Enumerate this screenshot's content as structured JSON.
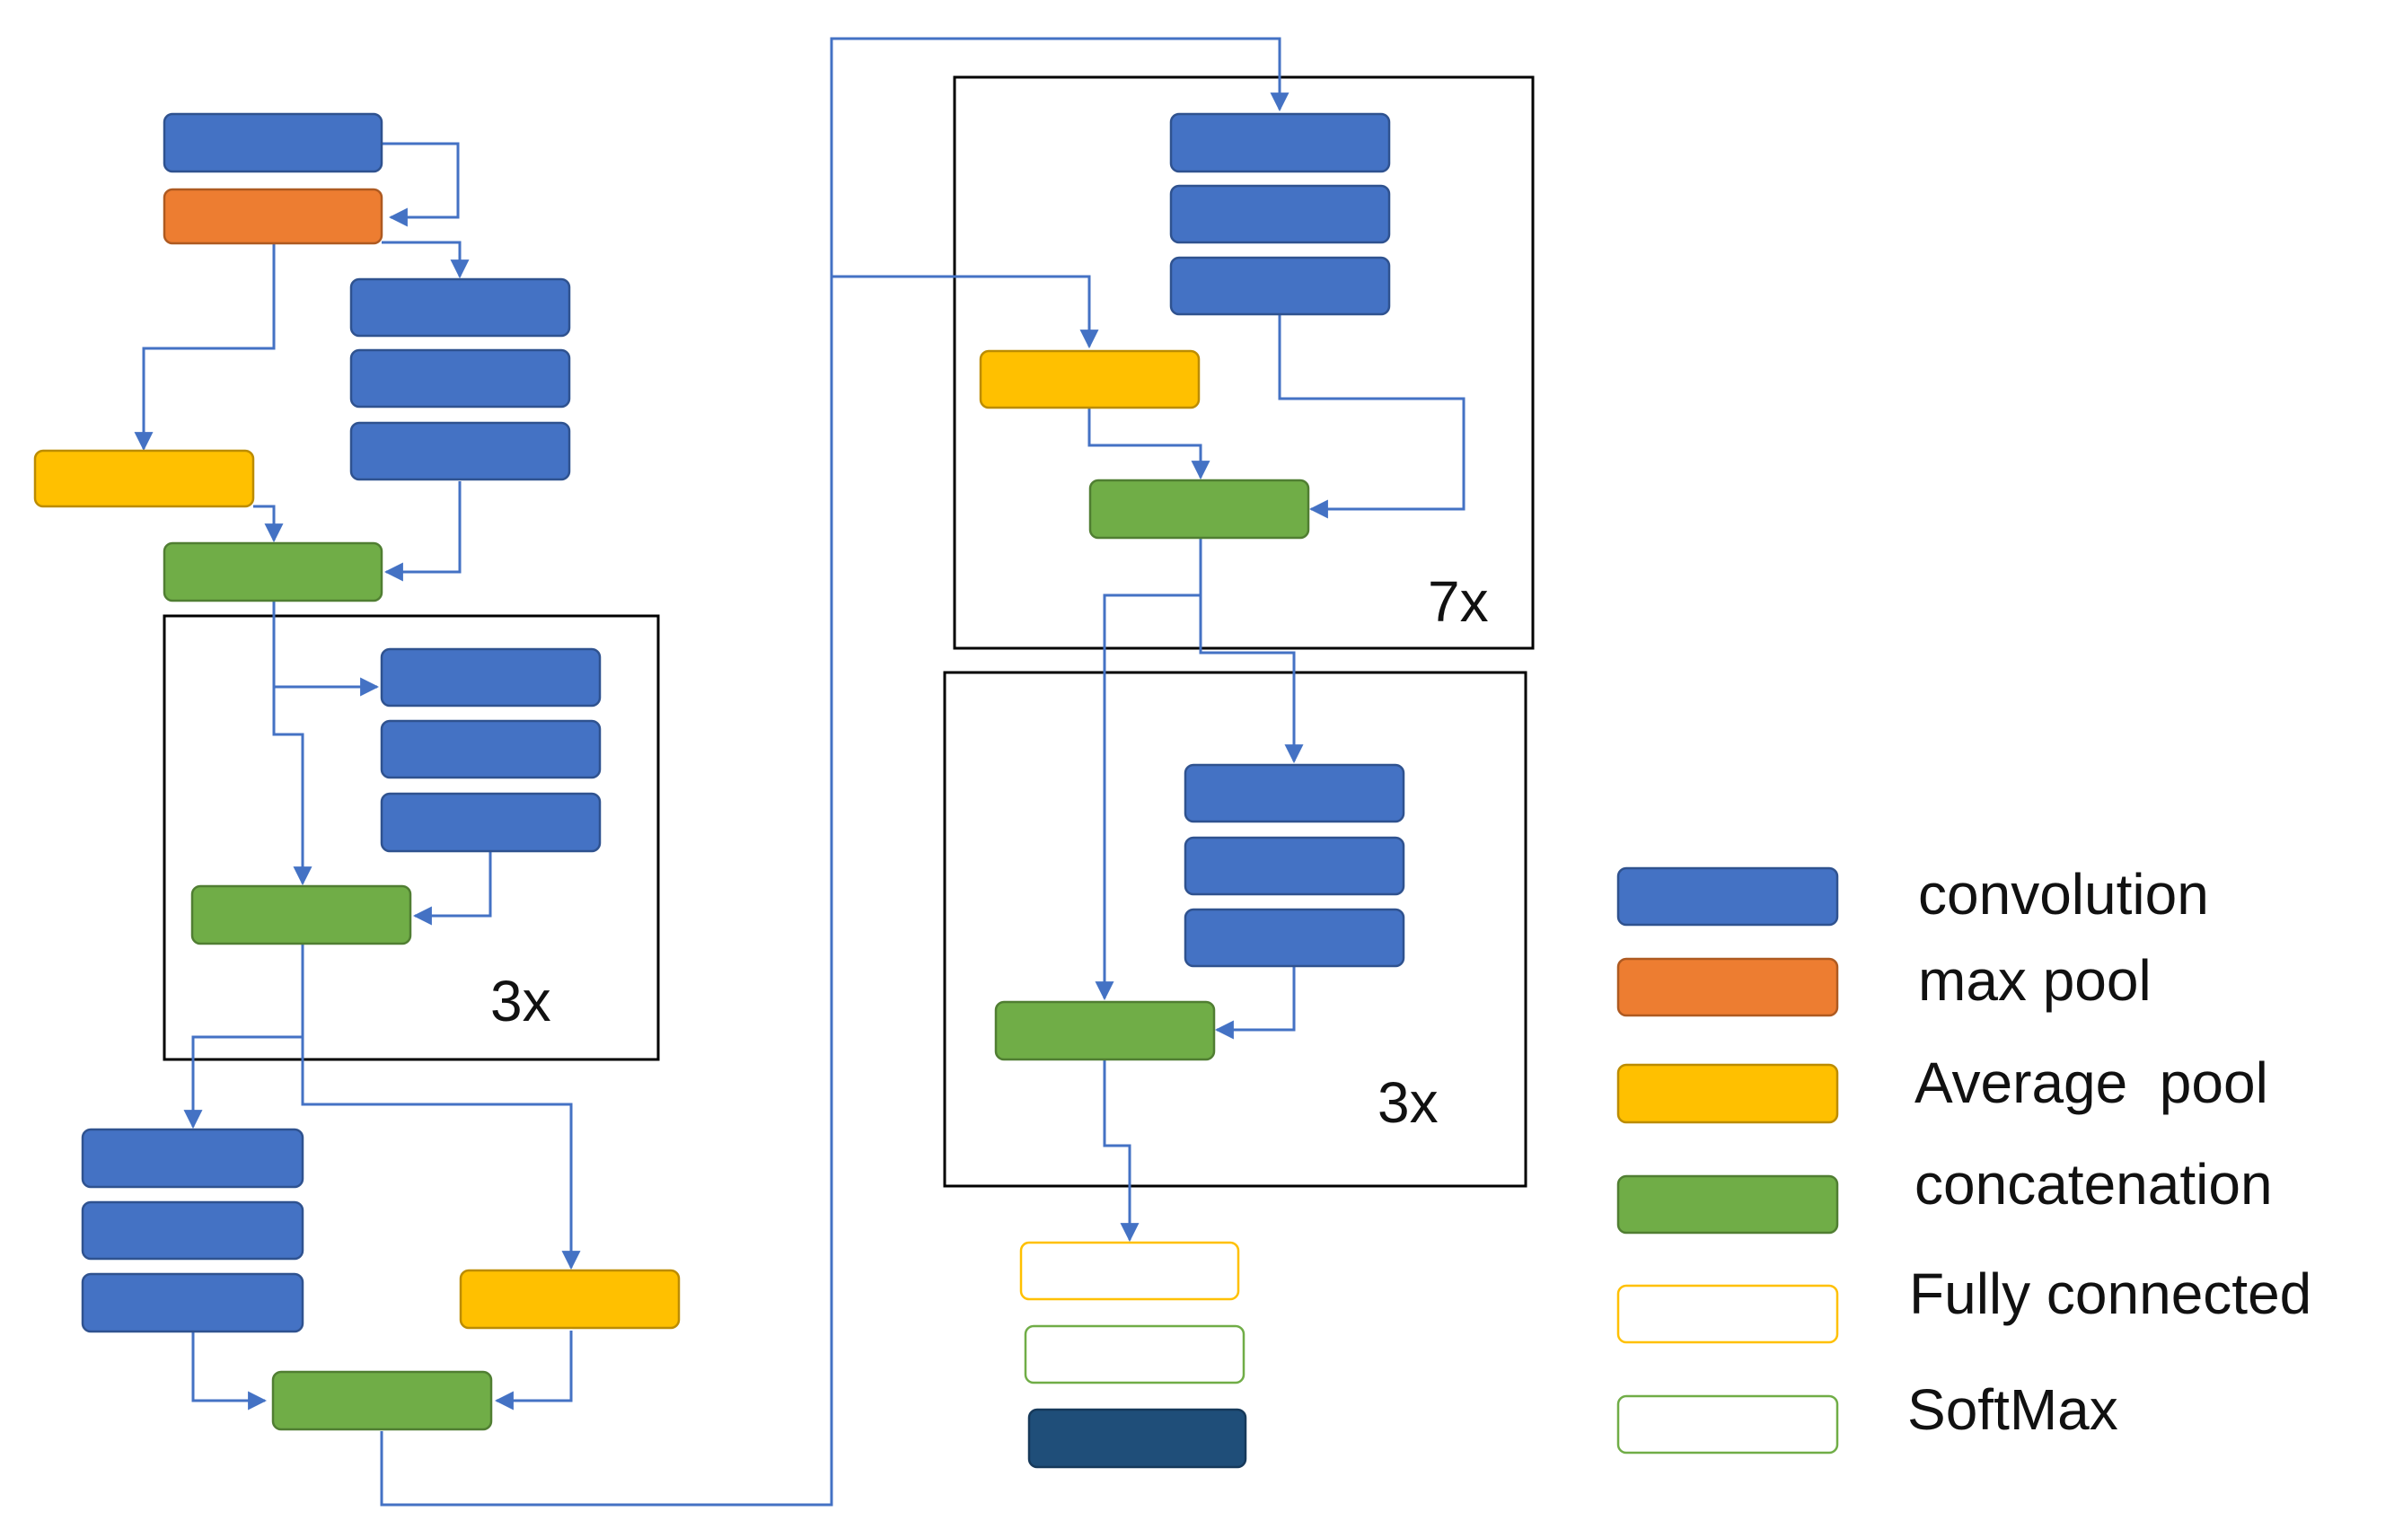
{
  "colors": {
    "convolution": "#4472C4",
    "convolution_stroke": "#2F528F",
    "max_pool": "#ED7D31",
    "max_pool_stroke": "#AE5A21",
    "average_pool": "#FFC000",
    "average_pool_stroke": "#BC8C00",
    "concatenation": "#70AD47",
    "concatenation_stroke": "#507E32",
    "fully_connected_outline": "#FFC000",
    "softmax_outline": "#70AD47",
    "output": "#1F4E79",
    "arrow": "#4472C4",
    "frame": "#000000"
  },
  "frames": {
    "stem_repeat_label": "3x",
    "mid_repeat_label": "7x",
    "late_repeat_label": "3x"
  },
  "legend": {
    "items": [
      {
        "key": "convolution",
        "label": "convolution",
        "style": "filled",
        "color": "#4472C4"
      },
      {
        "key": "max_pool",
        "label": "max pool",
        "style": "filled",
        "color": "#ED7D31"
      },
      {
        "key": "average_pool",
        "label": "Average  pool",
        "style": "filled",
        "color": "#FFC000"
      },
      {
        "key": "concatenation",
        "label": "concatenation",
        "style": "filled",
        "color": "#70AD47"
      },
      {
        "key": "fully_connected",
        "label": "Fully connected",
        "style": "outline",
        "color": "#FFC000"
      },
      {
        "key": "softmax",
        "label": "SoftMax",
        "style": "outline",
        "color": "#70AD47"
      }
    ]
  }
}
